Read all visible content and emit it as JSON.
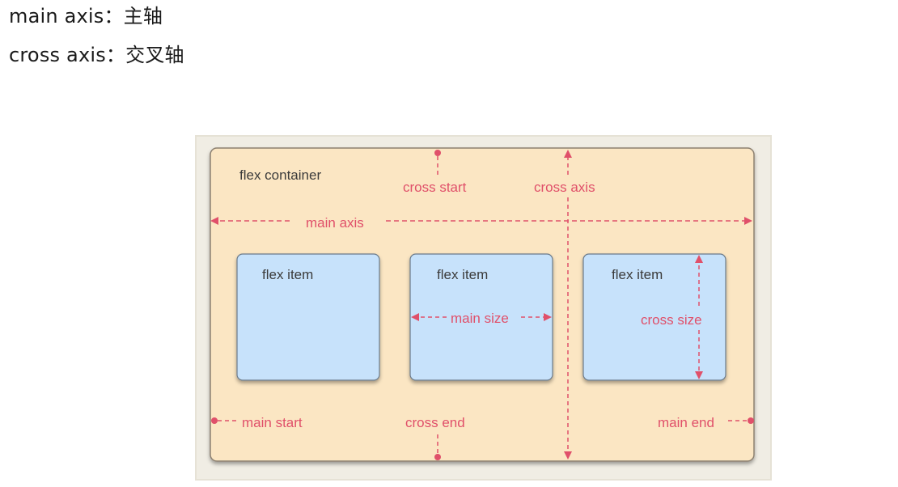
{
  "heading": {
    "main_axis_line": "main axis：主轴",
    "cross_axis_line": "cross axis：交叉轴"
  },
  "diagram": {
    "container_label": "flex container",
    "items": [
      {
        "label": "flex item"
      },
      {
        "label": "flex item"
      },
      {
        "label": "flex item"
      }
    ],
    "labels": {
      "cross_start": "cross start",
      "cross_axis": "cross axis",
      "main_axis": "main axis",
      "main_size": "main size",
      "cross_size": "cross size",
      "main_start": "main start",
      "cross_end": "cross end",
      "main_end": "main end"
    },
    "colors": {
      "container_fill": "#fbe6c3",
      "item_fill": "#c7e2fb",
      "accent": "#e0506a",
      "frame_fill": "#f0ede4"
    }
  }
}
